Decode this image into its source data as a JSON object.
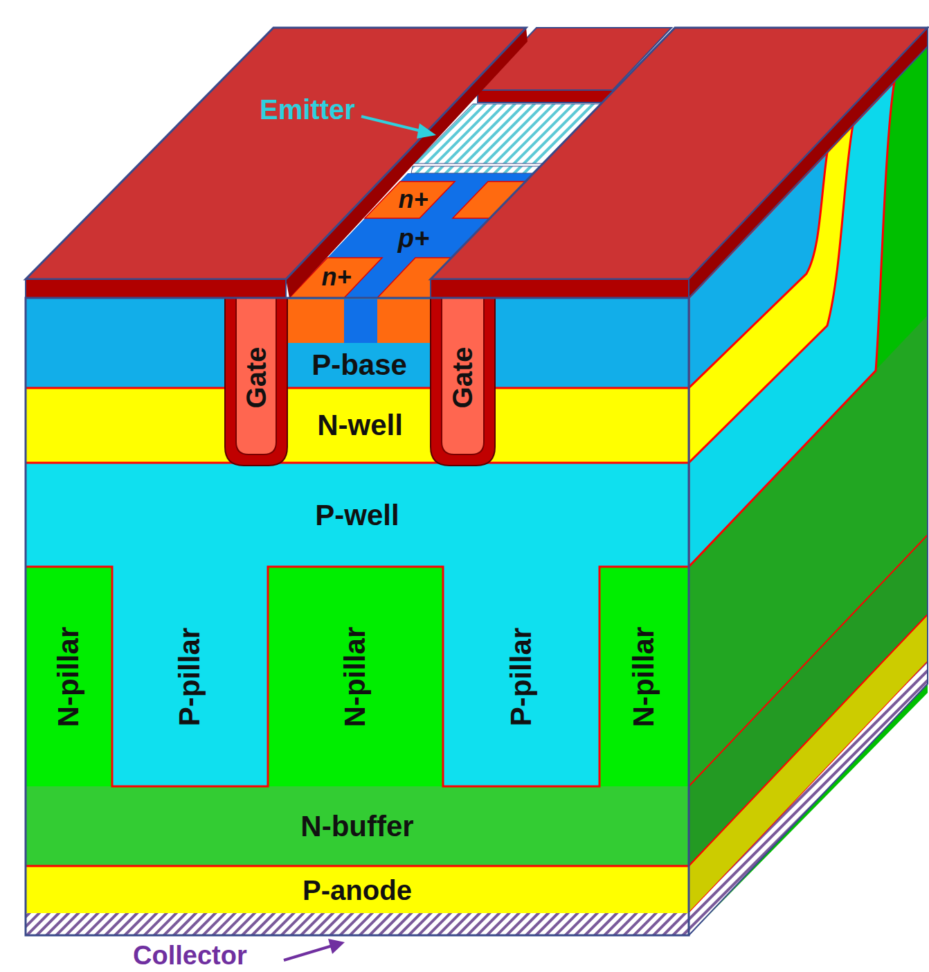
{
  "diagram": {
    "nodes": [
      {
        "text": [
          "n+"
        ]
      },
      {
        "text": [
          "p+"
        ]
      },
      {
        "text": [
          "n+"
        ]
      },
      {
        "text": [
          "Gate"
        ]
      },
      {
        "text": [
          "P-base"
        ]
      },
      {
        "text": [
          "Gate"
        ]
      },
      {
        "text": [
          "N-well"
        ]
      },
      {
        "text": [
          "P-well"
        ]
      },
      {
        "text": [
          "N-pillar"
        ]
      },
      {
        "text": [
          "P-pillar"
        ]
      },
      {
        "text": [
          "N-pillar"
        ]
      },
      {
        "text": [
          "P-pillar"
        ]
      },
      {
        "text": [
          "N-pillar"
        ]
      },
      {
        "text": [
          "N-buffer"
        ]
      },
      {
        "text": [
          "P-anode"
        ]
      }
    ],
    "labels": [
      "Emitter",
      "Collector"
    ]
  }
}
